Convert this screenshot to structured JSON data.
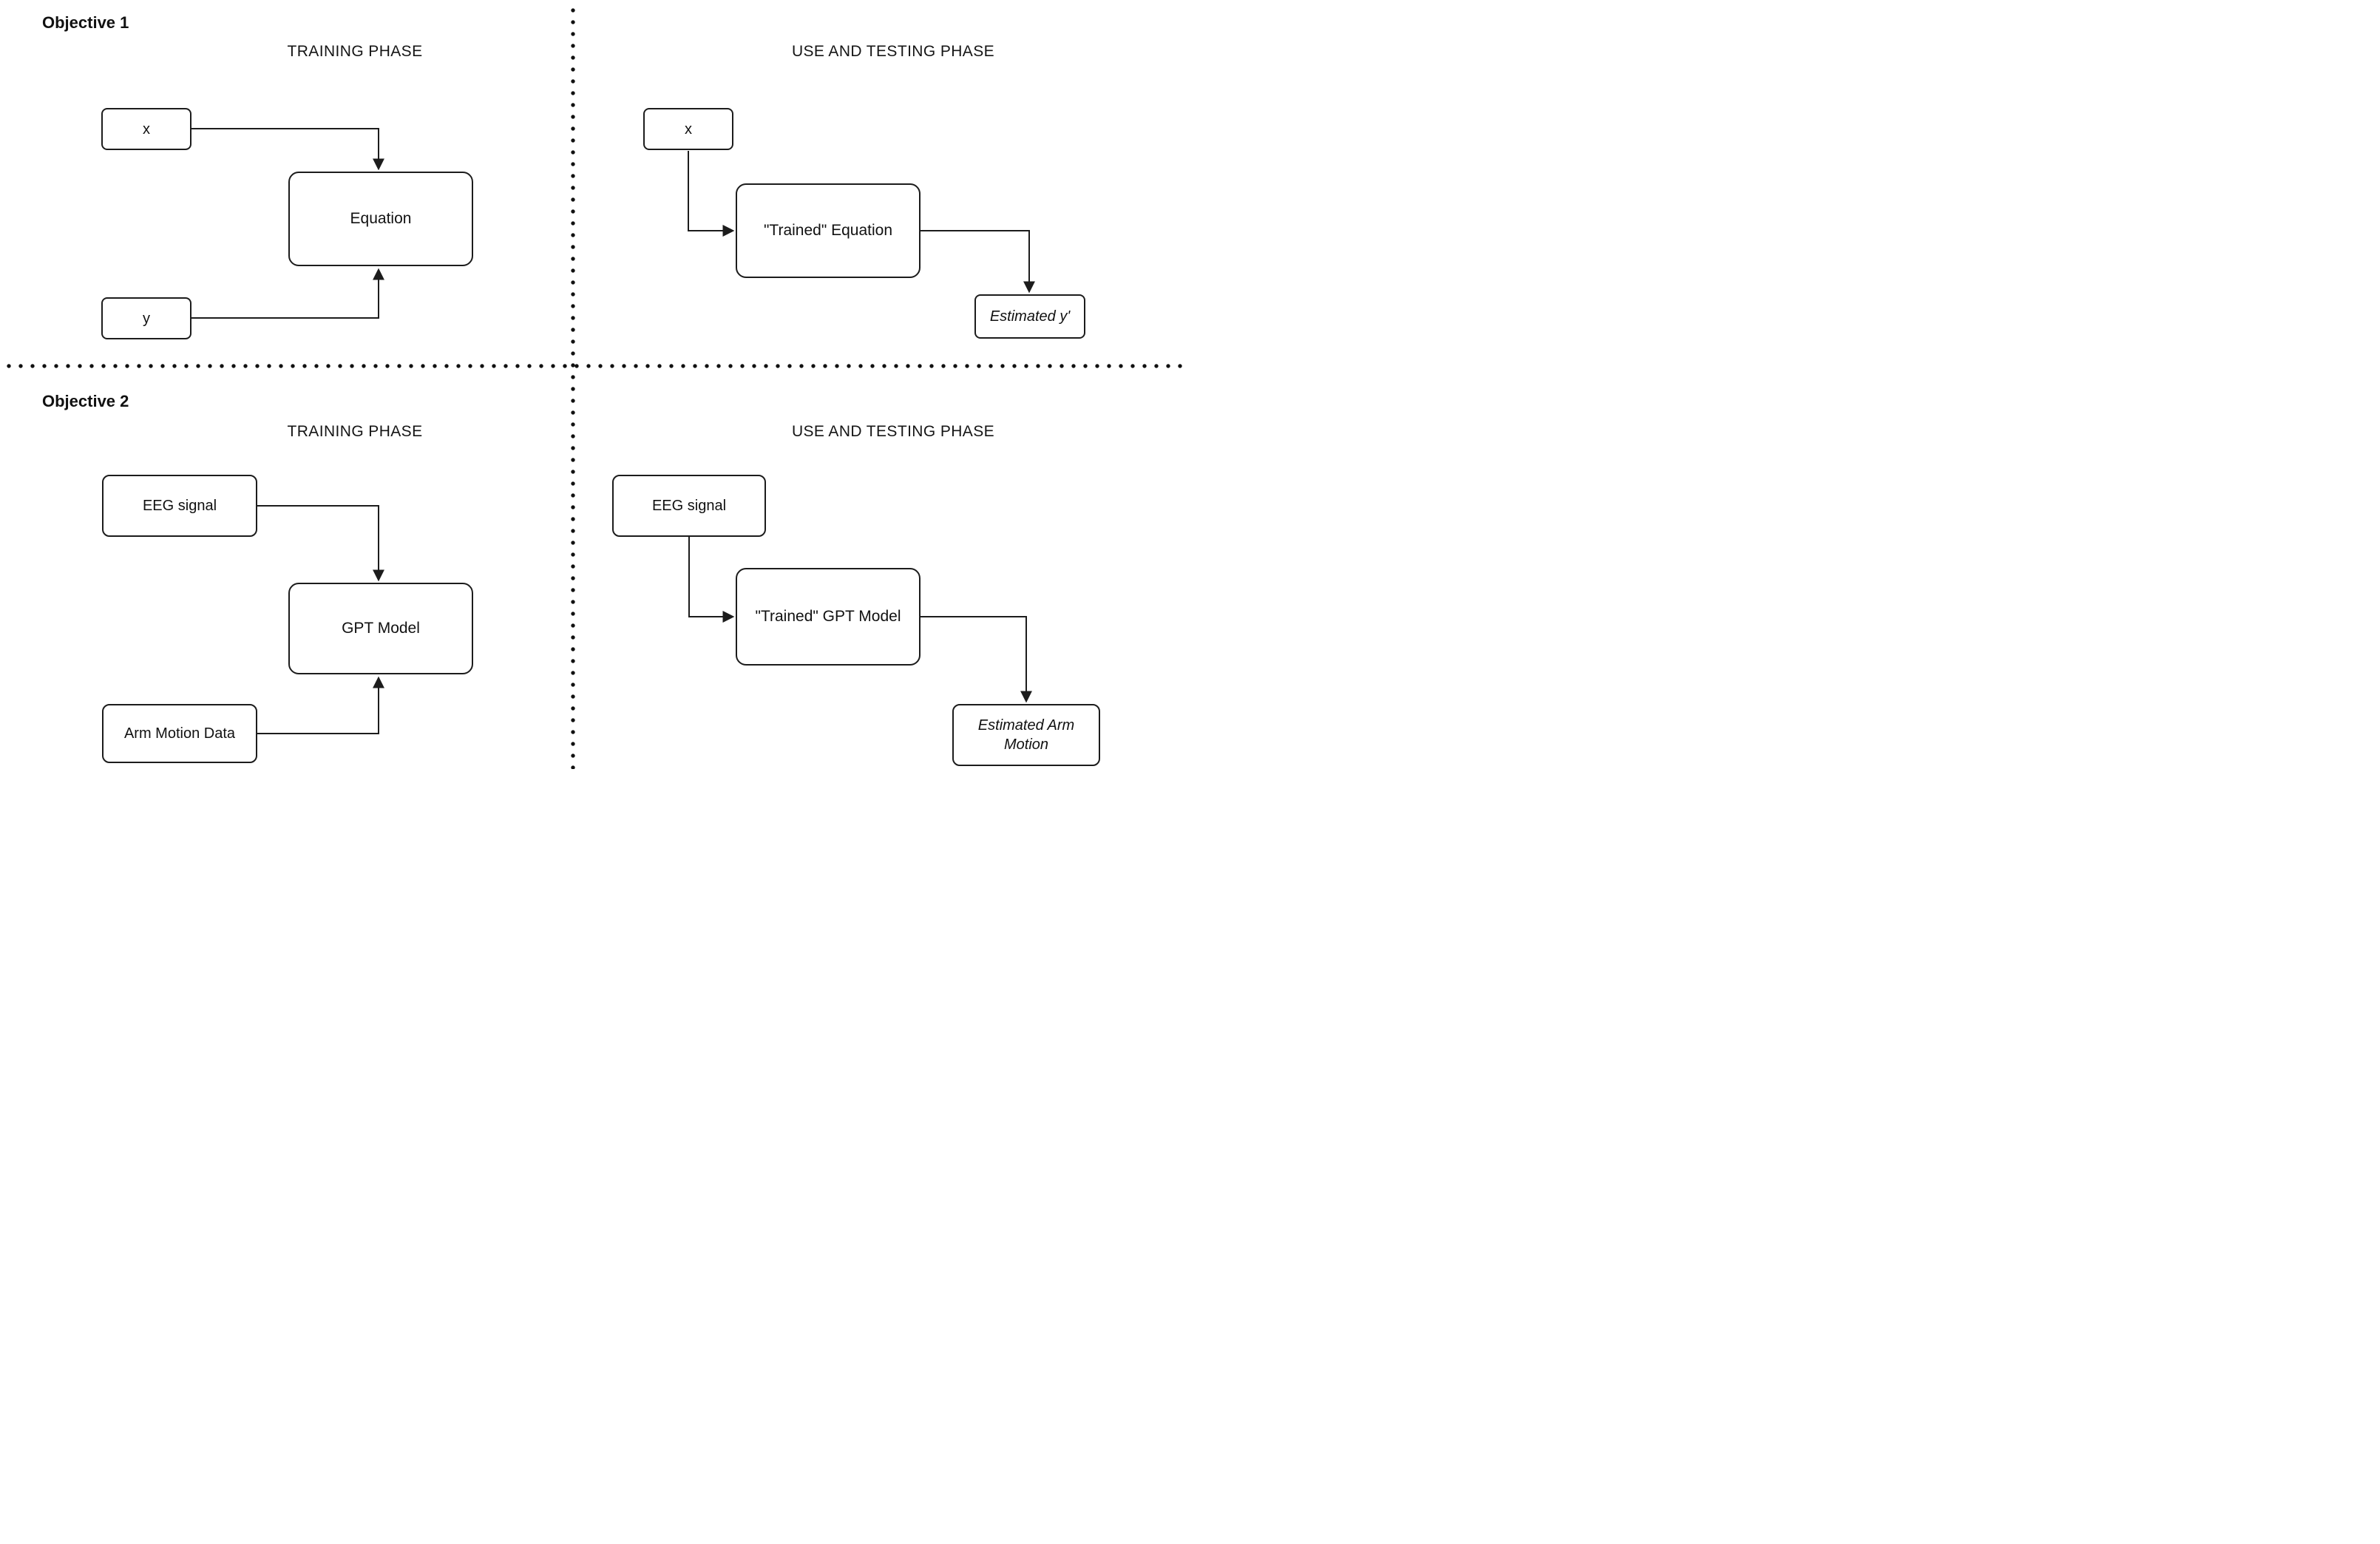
{
  "diagram": {
    "background": "#ffffff",
    "stroke_color": "#1c1c1c",
    "objective1": {
      "label": "Objective 1",
      "training": {
        "title": "TRAINING PHASE",
        "node_x": "x",
        "node_equation": "Equation",
        "node_y": "y"
      },
      "testing": {
        "title": "USE AND TESTING PHASE",
        "node_x": "x",
        "node_trained_equation": "\"Trained\" Equation",
        "node_estimated_y": "Estimated y'"
      }
    },
    "objective2": {
      "label": "Objective 2",
      "training": {
        "title": "TRAINING PHASE",
        "node_eeg": "EEG signal",
        "node_gpt": "GPT Model",
        "node_arm": "Arm Motion Data"
      },
      "testing": {
        "title": "USE AND TESTING PHASE",
        "node_eeg": "EEG signal",
        "node_trained_gpt": "\"Trained\" GPT Model",
        "node_estimated_arm": "Estimated Arm Motion"
      }
    }
  }
}
